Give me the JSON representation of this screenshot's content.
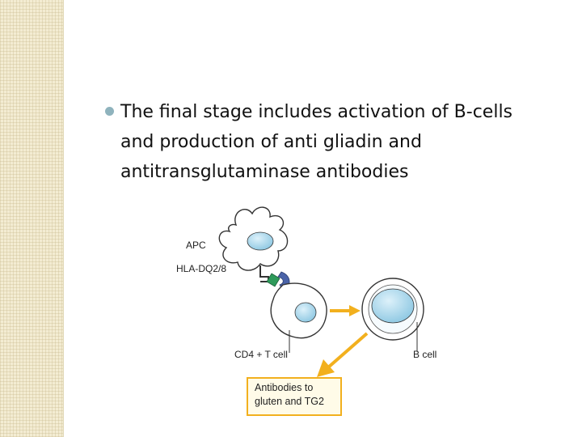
{
  "slide": {
    "bullet_text": "The final stage includes activation of B-cells and production of anti gliadin and antitransglutaminase antibodies"
  },
  "diagram": {
    "labels": {
      "apc": "APC",
      "hla": "HLA-DQ2/8",
      "cd4": "CD4 + T cell",
      "b_cell": "B cell"
    },
    "antibody_box": {
      "line1": "Antibodies to",
      "line2": "gluten and TG2"
    }
  },
  "colors": {
    "cell_nucleus": "#a9d6ea",
    "arrow": "#f2b01e",
    "receptor_blue": "#4a63a8",
    "peptide_green": "#2e9a5a"
  }
}
